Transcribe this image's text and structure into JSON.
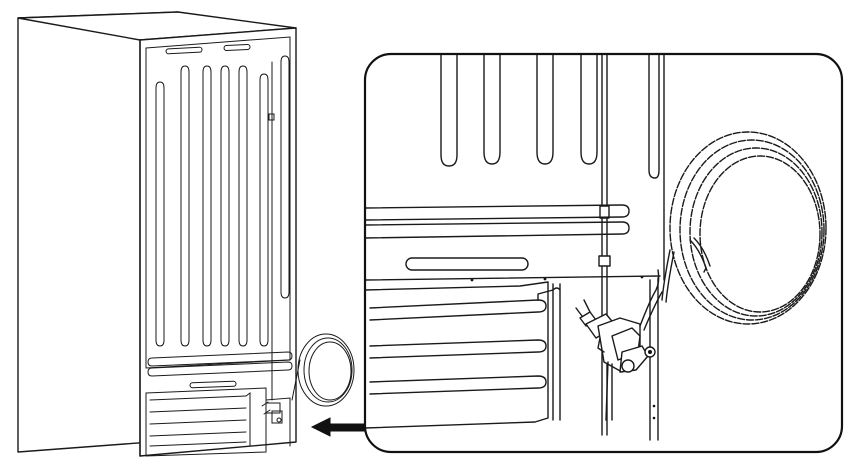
{
  "figure": {
    "description_labels": [],
    "colors": {
      "line": "#1a1a1a",
      "background": "#ffffff",
      "inset_border": "#111111"
    },
    "parts": {
      "refrigerator": "refrigerator-back-view",
      "detail": "magnified-detail-inset",
      "coil": "water-line-coil",
      "valve": "water-valve-assembly",
      "arrow": "pointer-arrow"
    }
  }
}
